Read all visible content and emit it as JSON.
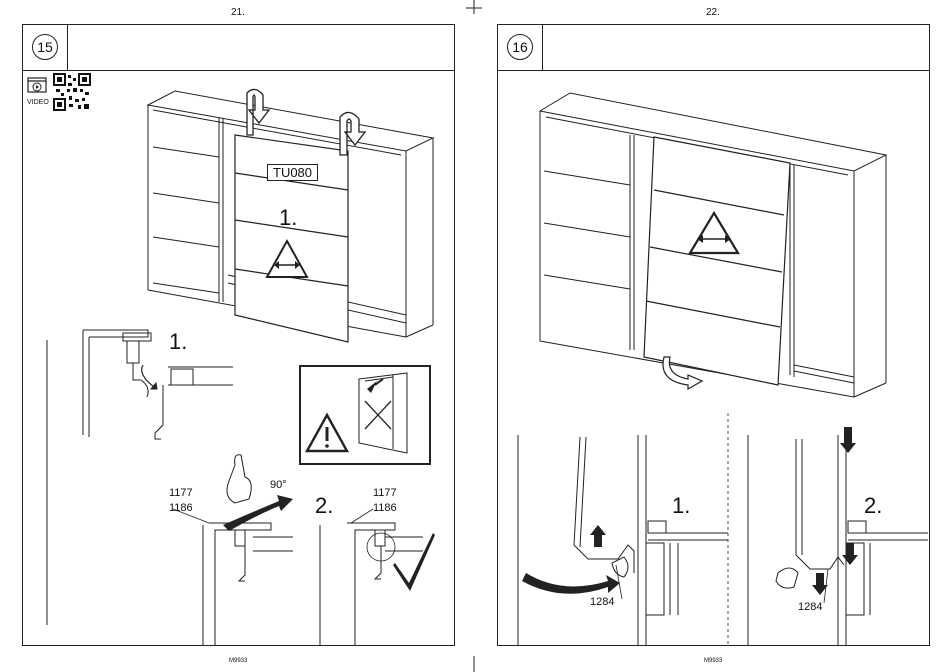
{
  "left_page": {
    "page_number": "21.",
    "step_number": "15",
    "video_label": "VIDEO",
    "part_code": "TU080",
    "step_one_label": "1.",
    "detail_one_label": "1.",
    "detail_two_label": "2.",
    "rotation_label": "90°",
    "part_numbers_a": [
      "1177",
      "1186"
    ],
    "part_numbers_b": [
      "1177",
      "1186"
    ],
    "footer_code": "M9933"
  },
  "right_page": {
    "page_number": "22.",
    "step_number": "16",
    "detail_one_label": "1.",
    "detail_two_label": "2.",
    "part_number_a": "1284",
    "part_number_b": "1284",
    "footer_code": "M9933"
  },
  "icons": [
    "video-icon",
    "qr-code-icon",
    "warning-triangle-icon",
    "rotate-arrow-icon",
    "checkmark-icon",
    "cross-mark-icon"
  ]
}
